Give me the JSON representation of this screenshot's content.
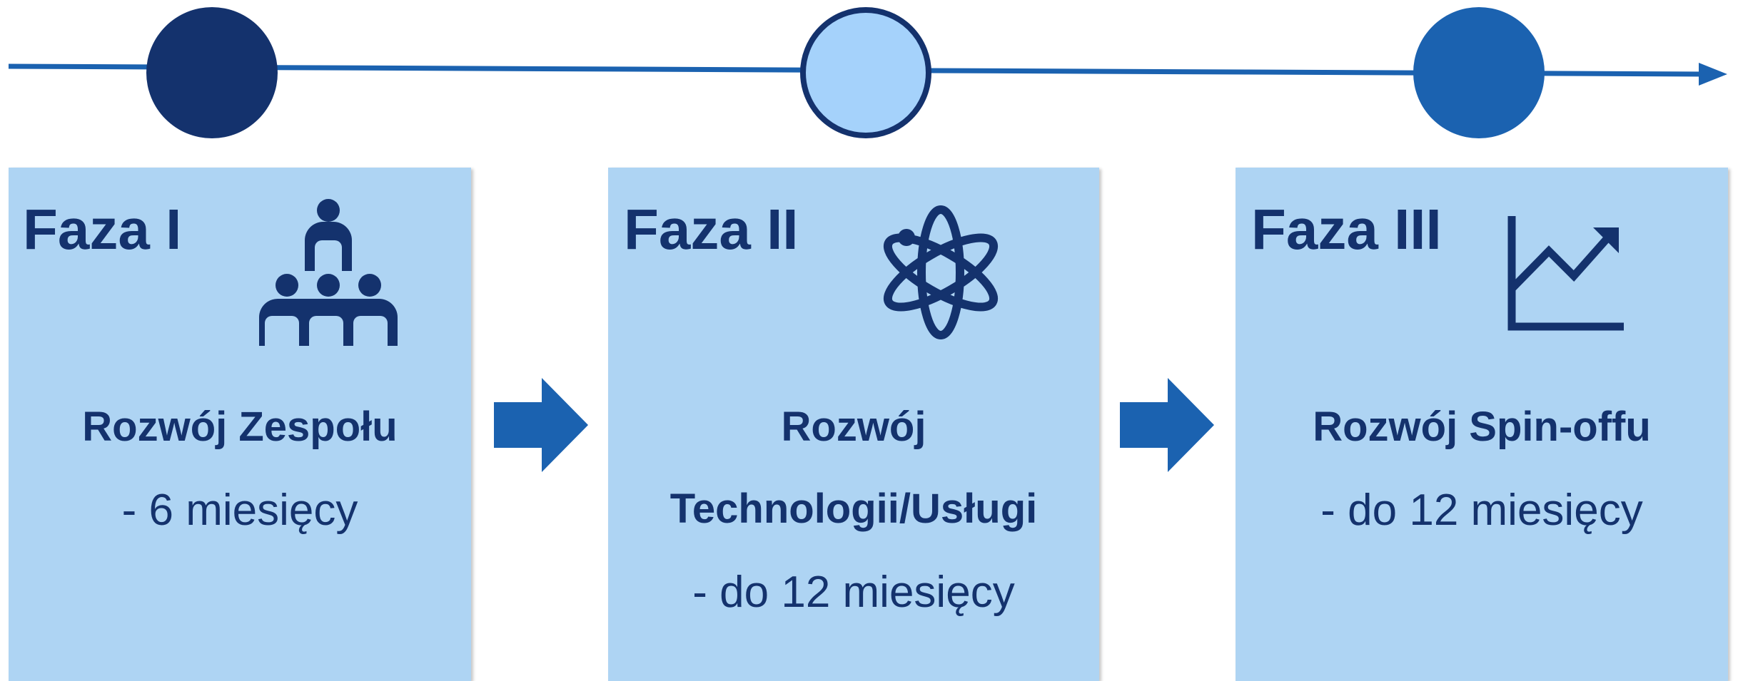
{
  "colors": {
    "card_fill": "#aed4f3",
    "text_dark_blue": "#14326d",
    "timeline_blue": "#1b62b0",
    "circle_dark": "#14326d",
    "circle_light": "#a5d2fb",
    "circle_medium": "#1b62b0"
  },
  "phases": [
    {
      "title": "Faza I",
      "icon": "team-icon",
      "name_lines": [
        "Rozwój Zespołu"
      ],
      "duration": "- 6 miesięcy",
      "circle_color": "dark"
    },
    {
      "title": "Faza II",
      "icon": "atom-icon",
      "name_lines": [
        "Rozwój",
        "Technologii/Usługi"
      ],
      "duration": "- do 12 miesięcy",
      "circle_color": "light"
    },
    {
      "title": "Faza III",
      "icon": "growth-chart-icon",
      "name_lines": [
        "Rozwój Spin-offu"
      ],
      "duration": "- do 12 miesięcy",
      "circle_color": "medium"
    }
  ]
}
